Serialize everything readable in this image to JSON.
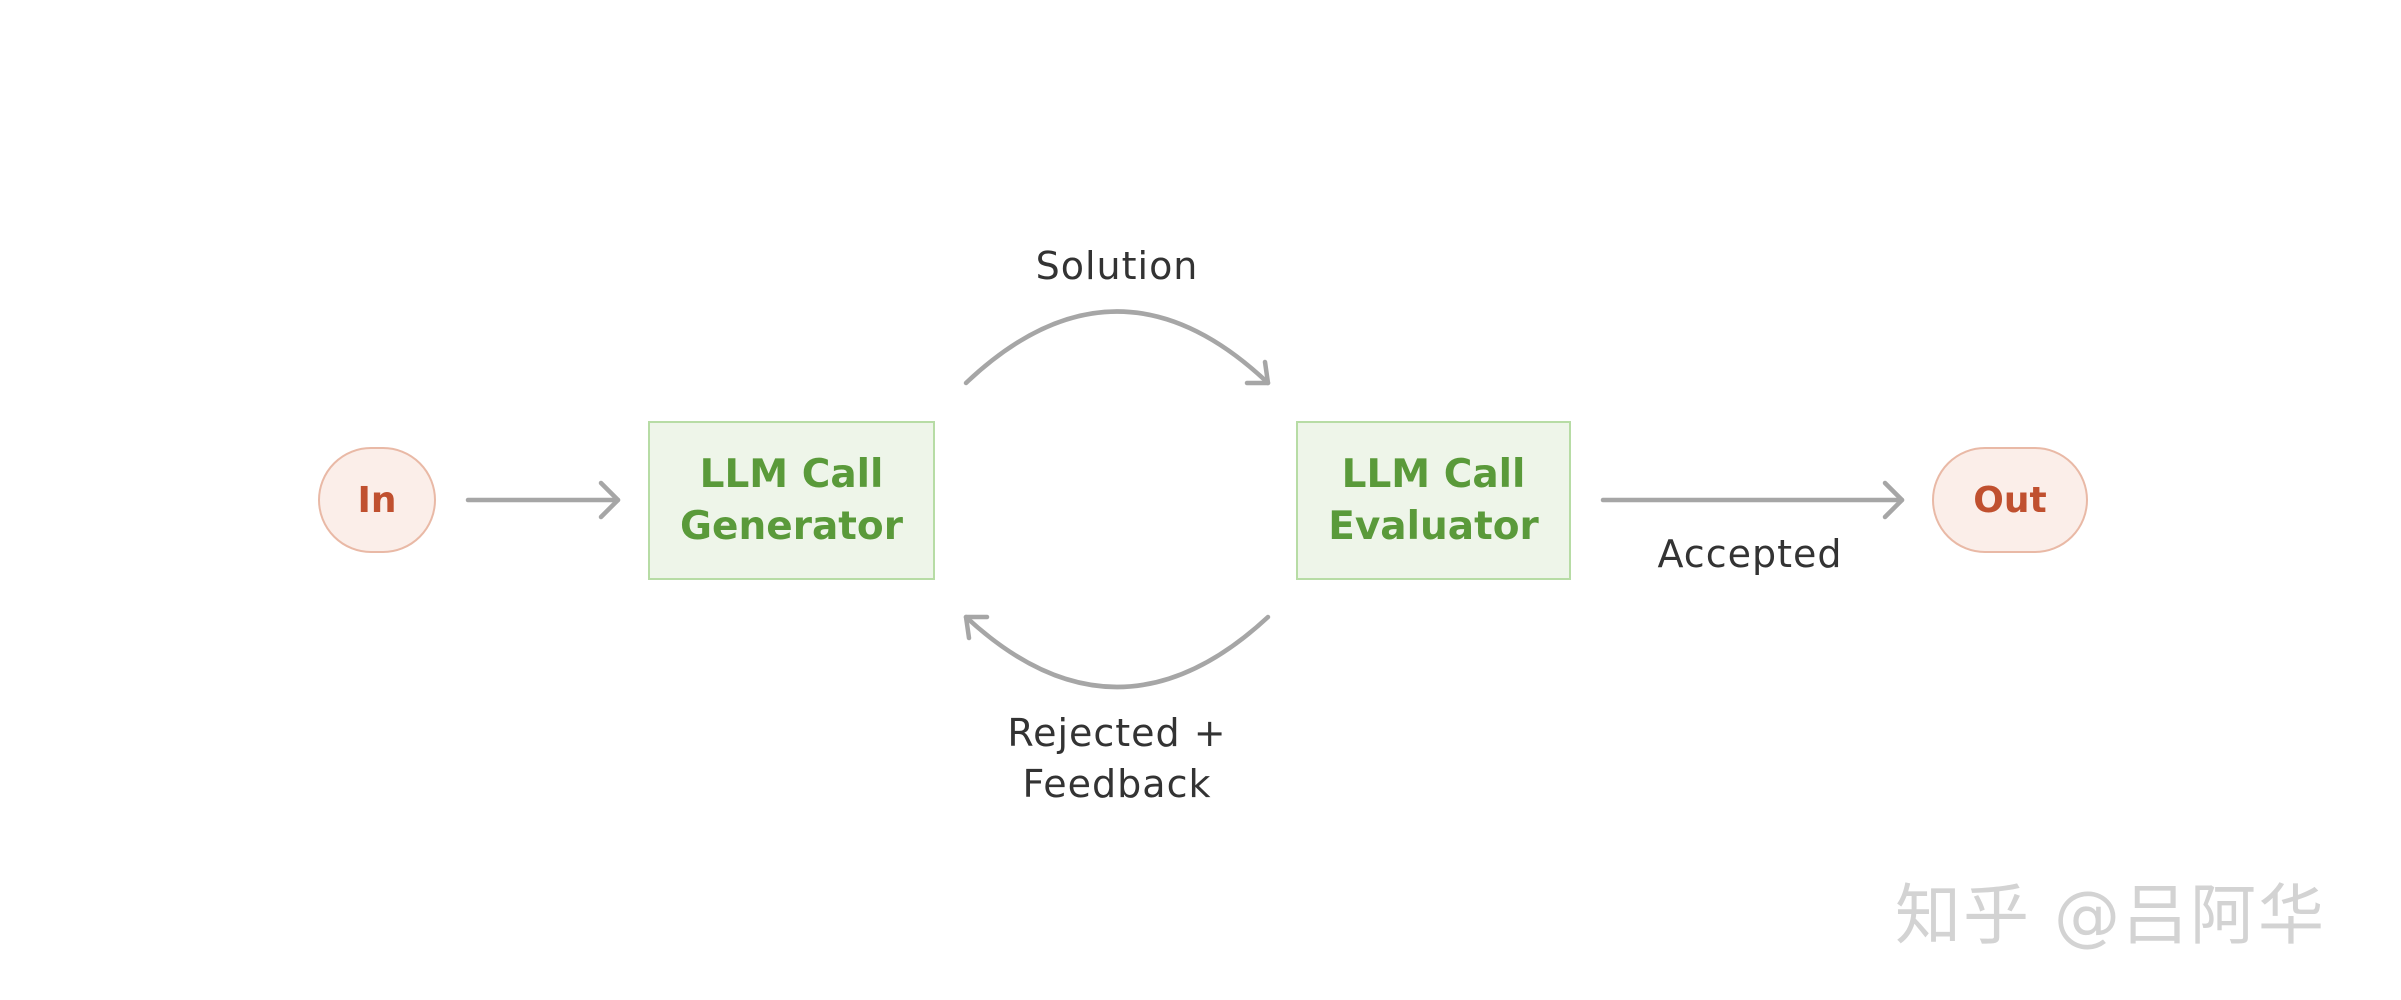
{
  "nodes": {
    "in": {
      "label": "In"
    },
    "generator": {
      "line1": "LLM Call",
      "line2": "Generator"
    },
    "evaluator": {
      "line1": "LLM Call",
      "line2": "Evaluator"
    },
    "out": {
      "label": "Out"
    }
  },
  "edges": {
    "solution": "Solution",
    "rejected_line1": "Rejected +",
    "rejected_line2": "Feedback",
    "accepted": "Accepted"
  },
  "watermark": "知乎 @吕阿华",
  "colors": {
    "arrow": "#a6a6a6",
    "terminal_fill": "#fbeee9",
    "terminal_border": "#e9b9a6",
    "terminal_text": "#c0502f",
    "llm_fill": "#eef5e9",
    "llm_border": "#b7dca5",
    "llm_text": "#5a9a3a"
  }
}
